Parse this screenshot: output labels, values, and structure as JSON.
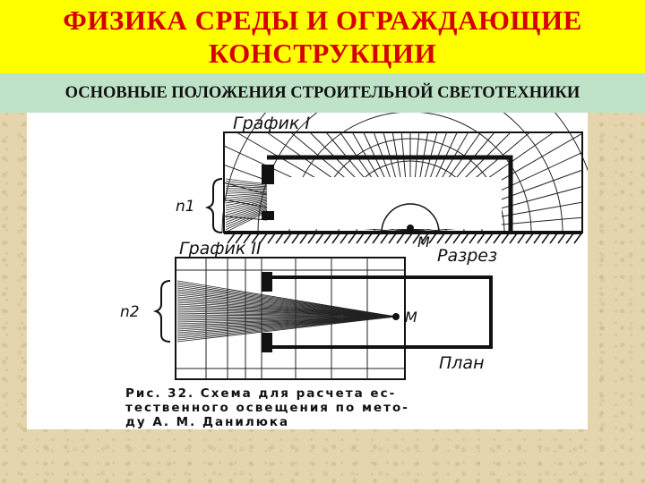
{
  "header": {
    "title_line1": "ФИЗИКА СРЕДЫ И ОГРАЖДАЮЩИЕ",
    "title_line2": "КОНСТРУКЦИИ",
    "title_color": "#d40000",
    "band_color": "#ffff00"
  },
  "subtitle": {
    "text": "ОСНОВНЫЕ ПОЛОЖЕНИЯ СТРОИТЕЛЬНОЙ СВЕТОТЕХНИКИ",
    "band_color": "#bfe3c8"
  },
  "figure": {
    "graph1_label": "График I",
    "graph2_label": "График II",
    "n1_label": "n1",
    "n2_label": "n2",
    "point_label_1": "M",
    "point_label_2": "M",
    "section_label": "Разрез",
    "plan_label": "План",
    "caption_line1": "Рис. 32. Схема для расчета ес-",
    "caption_line2": "тественного освещения по мето-",
    "caption_line3": "ду А. М. Данилюка"
  }
}
